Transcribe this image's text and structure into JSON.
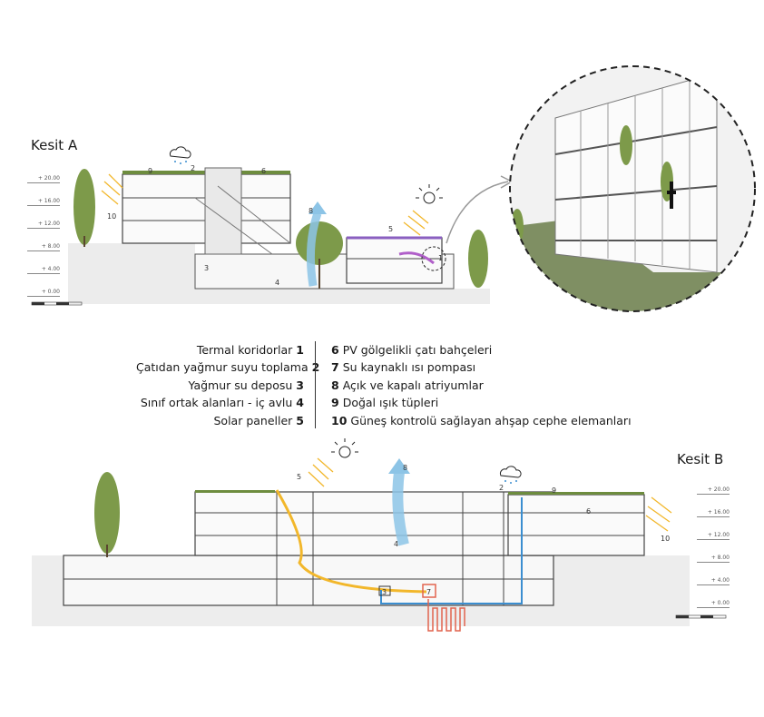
{
  "section_a": {
    "title": "Kesit A",
    "levels": [
      "+ 20.00",
      "+ 16.00",
      "+ 12.00",
      "+ 8.00",
      "+ 4.00",
      "+ 0.00"
    ],
    "callouts": [
      "9",
      "2",
      "6",
      "10",
      "8",
      "5",
      "1",
      "3",
      "4"
    ]
  },
  "section_b": {
    "title": "Kesit B",
    "levels": [
      "+ 20.00",
      "+ 16.00",
      "+ 12.00",
      "+ 8.00",
      "+ 4.00",
      "+ 0.00"
    ],
    "callouts": [
      "5",
      "8",
      "2",
      "9",
      "6",
      "10",
      "4",
      "3",
      "7"
    ]
  },
  "legend": {
    "left": [
      {
        "label": "Termal koridorlar",
        "num": "1"
      },
      {
        "label": "Çatıdan yağmur suyu toplama",
        "num": "2"
      },
      {
        "label": "Yağmur su deposu",
        "num": "3"
      },
      {
        "label": "Sınıf ortak alanları - iç avlu",
        "num": "4"
      },
      {
        "label": "Solar paneller",
        "num": "5"
      }
    ],
    "right": [
      {
        "num": "6",
        "label": "PV gölgelikli çatı bahçeleri"
      },
      {
        "num": "7",
        "label": "Su kaynaklı ısı pompası"
      },
      {
        "num": "8",
        "label": "Açık ve kapalı atriyumlar"
      },
      {
        "num": "9",
        "label": "Doğal ışık tüpleri"
      },
      {
        "num": "10",
        "label": "Güneş kontrolü sağlayan ahşap cephe elemanları"
      }
    ]
  },
  "colors": {
    "tree": "#7d9a4a",
    "ground": "#e4e4e4",
    "air_flow": "#8cc4e6",
    "heat": "#f2b72b",
    "water": "#3b8ed0",
    "pump": "#e2644f",
    "thermal": "#b05fc9"
  }
}
